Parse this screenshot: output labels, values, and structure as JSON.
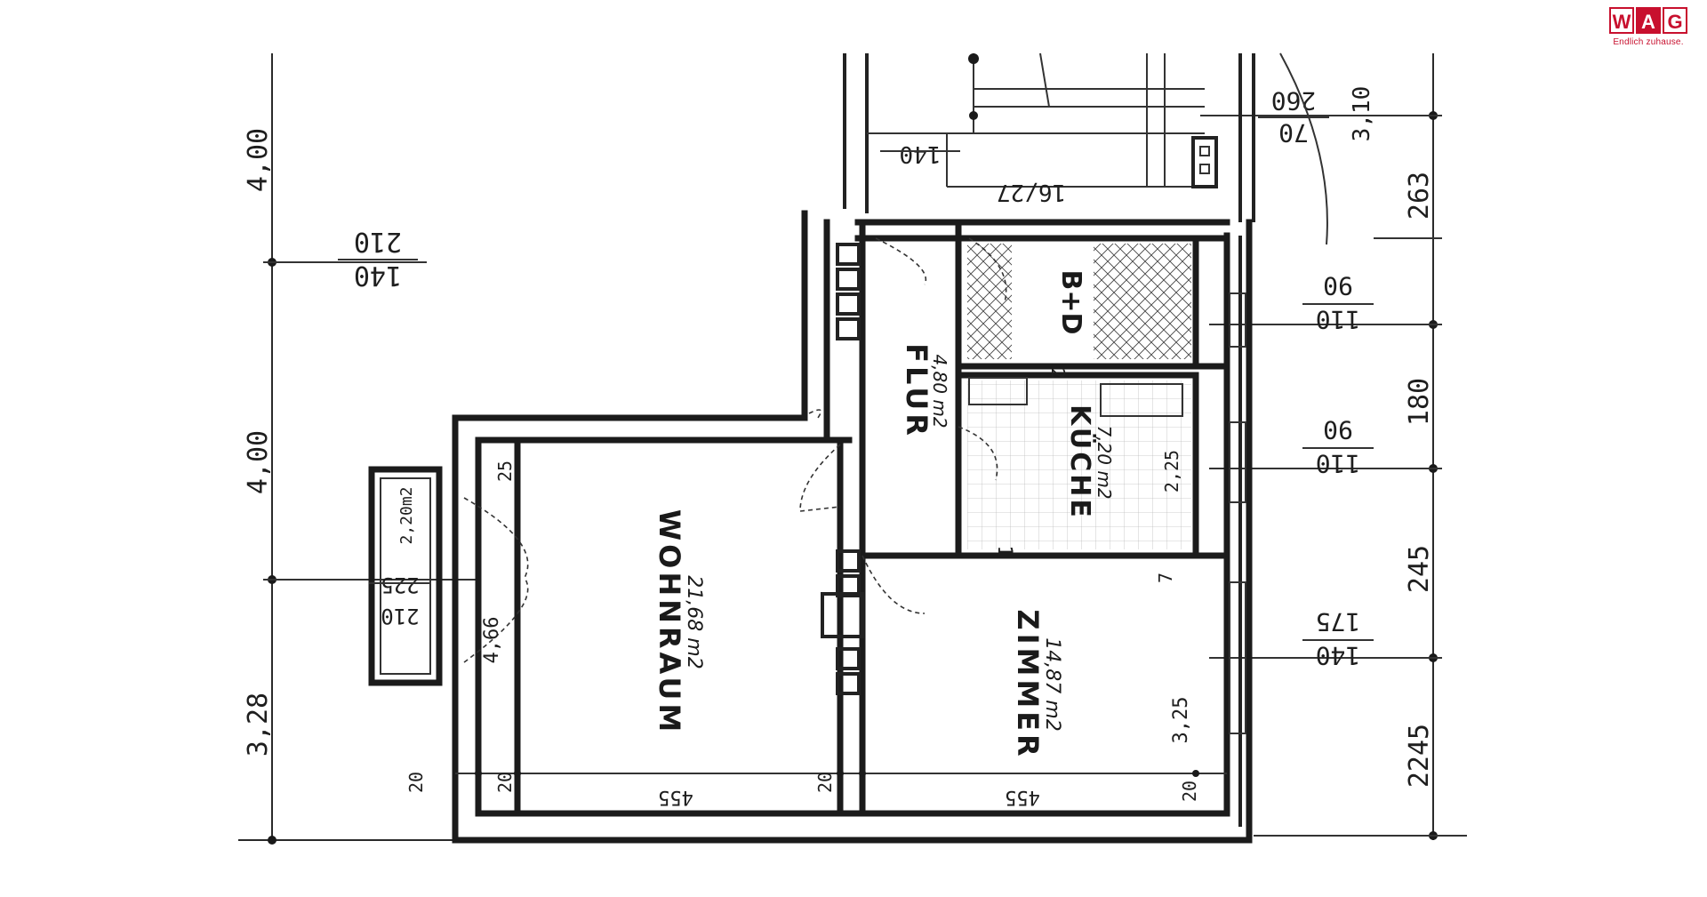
{
  "logo": {
    "letters": [
      "W",
      "A",
      "G"
    ],
    "tagline": "Endlich zuhause.",
    "color": "#c8102e"
  },
  "rooms": {
    "wohnraum": {
      "name": "WOHNRAUM",
      "area": "21,68 m2"
    },
    "zimmer": {
      "name": "ZIMMER",
      "area": "14,87 m2",
      "number": "1"
    },
    "kueche": {
      "name": "KÜCHE",
      "area": "7,20 m2",
      "number": "2"
    },
    "flur": {
      "name": "FLUR",
      "area": "4,80 m2"
    },
    "bad": {
      "name": "B+D"
    }
  },
  "left_dimensions": [
    "4,00",
    "4,00",
    "3,28"
  ],
  "right_dimensions": [
    "263",
    "180",
    "245",
    "2245"
  ],
  "window_marks": {
    "left_top": [
      "140",
      "210"
    ],
    "balcony": [
      "225",
      "210"
    ],
    "right_1": [
      "110",
      "90"
    ],
    "right_2": [
      "110",
      "90"
    ],
    "right_3": [
      "140",
      "175"
    ],
    "top_right": [
      "260",
      "70"
    ],
    "top_mid": "140",
    "stair": "16/27"
  },
  "interior_dims": {
    "wohnraum_depth": "4,66",
    "wohnraum_width": "455",
    "zimmer_width": "455",
    "zimmer_depth": "3,25",
    "kueche_depth": "2,25",
    "balcony_area": "2,20m2",
    "pier_25": "25",
    "wall_20a": "20",
    "wall_20b": "20",
    "wall_20c": "20",
    "wall_20d": "20",
    "small_7": "7",
    "side_310": "3,10"
  }
}
